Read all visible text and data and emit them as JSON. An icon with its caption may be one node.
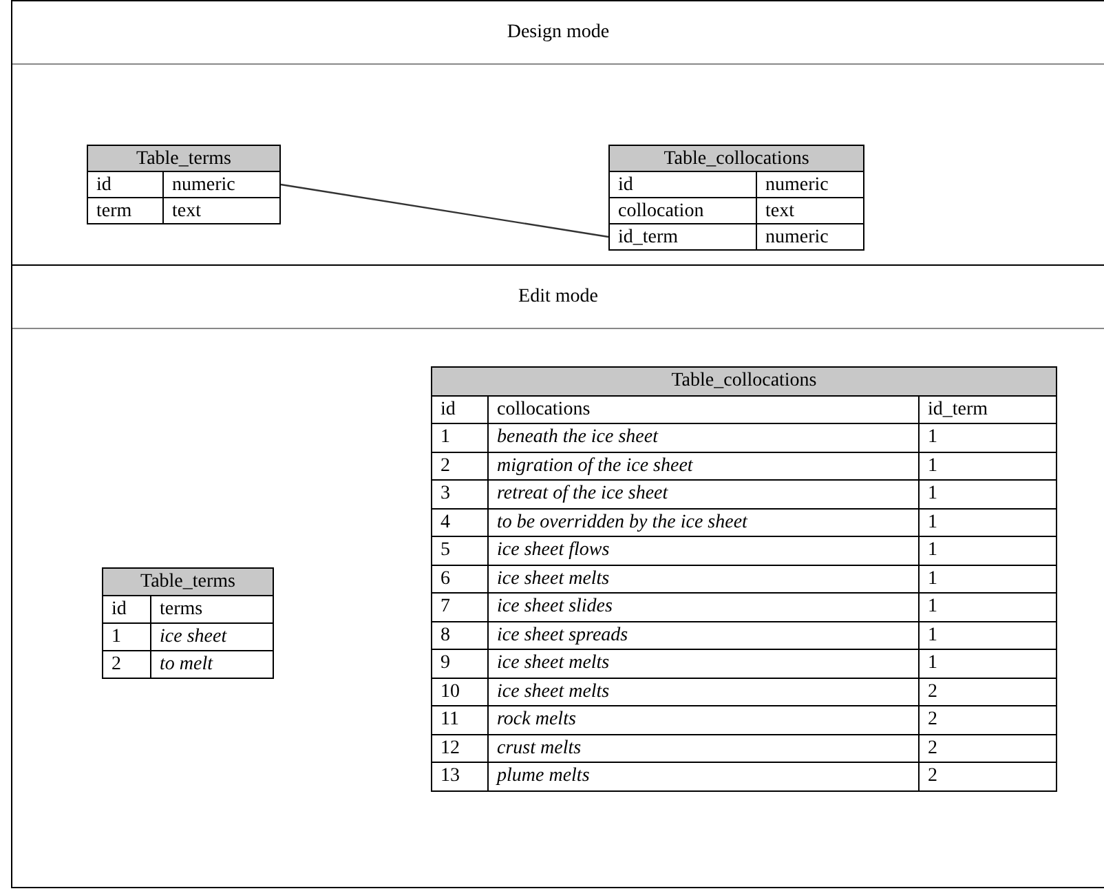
{
  "diagram": {
    "nodes": [
      {
        "text": [
          "Design mode"
        ]
      },
      {
        "text": [
          "Table_terms",
          "id",
          "numeric",
          "term",
          "text"
        ],
        "in": 0
      },
      {
        "text": [
          "Table_collocations",
          "id",
          "numeric",
          "collocation",
          "text",
          "id_term",
          "numeric"
        ],
        "in": 0
      },
      {
        "text": [
          "Edit mode"
        ]
      },
      {
        "text": [
          "Table_terms",
          "id",
          "terms",
          "1",
          "ice sheet",
          "2",
          "to melt"
        ],
        "in": 3
      },
      {
        "text": [
          "Table_collocations",
          "id",
          "collocations",
          "id_term",
          "1",
          "beneath the ice sheet",
          "1",
          "2",
          "migration of the ice sheet",
          "1",
          "3",
          "retreat of the ice sheet",
          "1",
          "4",
          "to be overridden by the ice sheet",
          "1",
          "5",
          "ice sheet flows",
          "1",
          "6",
          "ice sheet melts",
          "1",
          "7",
          "ice sheet slides",
          "1",
          "8",
          "ice sheet spreads",
          "1",
          "9",
          "ice sheet melts",
          "1",
          "10",
          "ice sheet melts",
          "2",
          "11",
          "rock melts",
          "2",
          "12",
          "crust melts",
          "2",
          "13",
          "plume melts",
          "2"
        ],
        "in": 3
      }
    ],
    "edges": [
      {
        "from": 1,
        "to": 2,
        "arrow": "none"
      }
    ]
  }
}
